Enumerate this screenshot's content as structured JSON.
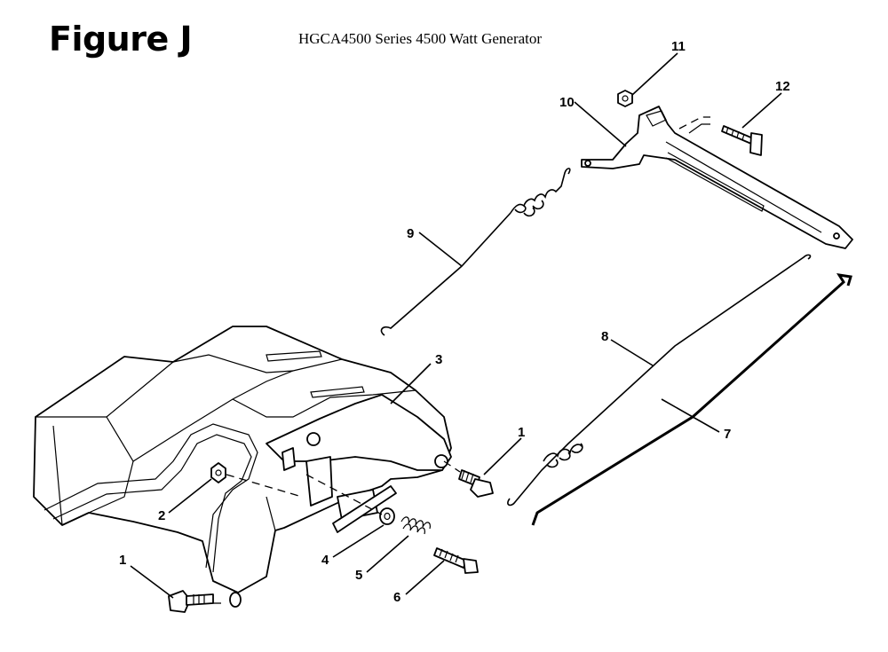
{
  "figure": {
    "label": "Figure J",
    "subtitle": "HGCA4500 Series 4500 Watt Generator"
  },
  "callouts": [
    {
      "id": "c1a",
      "text": "1"
    },
    {
      "id": "c1b",
      "text": "1"
    },
    {
      "id": "c2",
      "text": "2"
    },
    {
      "id": "c3",
      "text": "3"
    },
    {
      "id": "c4",
      "text": "4"
    },
    {
      "id": "c5",
      "text": "5"
    },
    {
      "id": "c6",
      "text": "6"
    },
    {
      "id": "c7",
      "text": "7"
    },
    {
      "id": "c8",
      "text": "8"
    },
    {
      "id": "c9",
      "text": "9"
    },
    {
      "id": "c10",
      "text": "10"
    },
    {
      "id": "c11",
      "text": "11"
    },
    {
      "id": "c12",
      "text": "12"
    }
  ]
}
